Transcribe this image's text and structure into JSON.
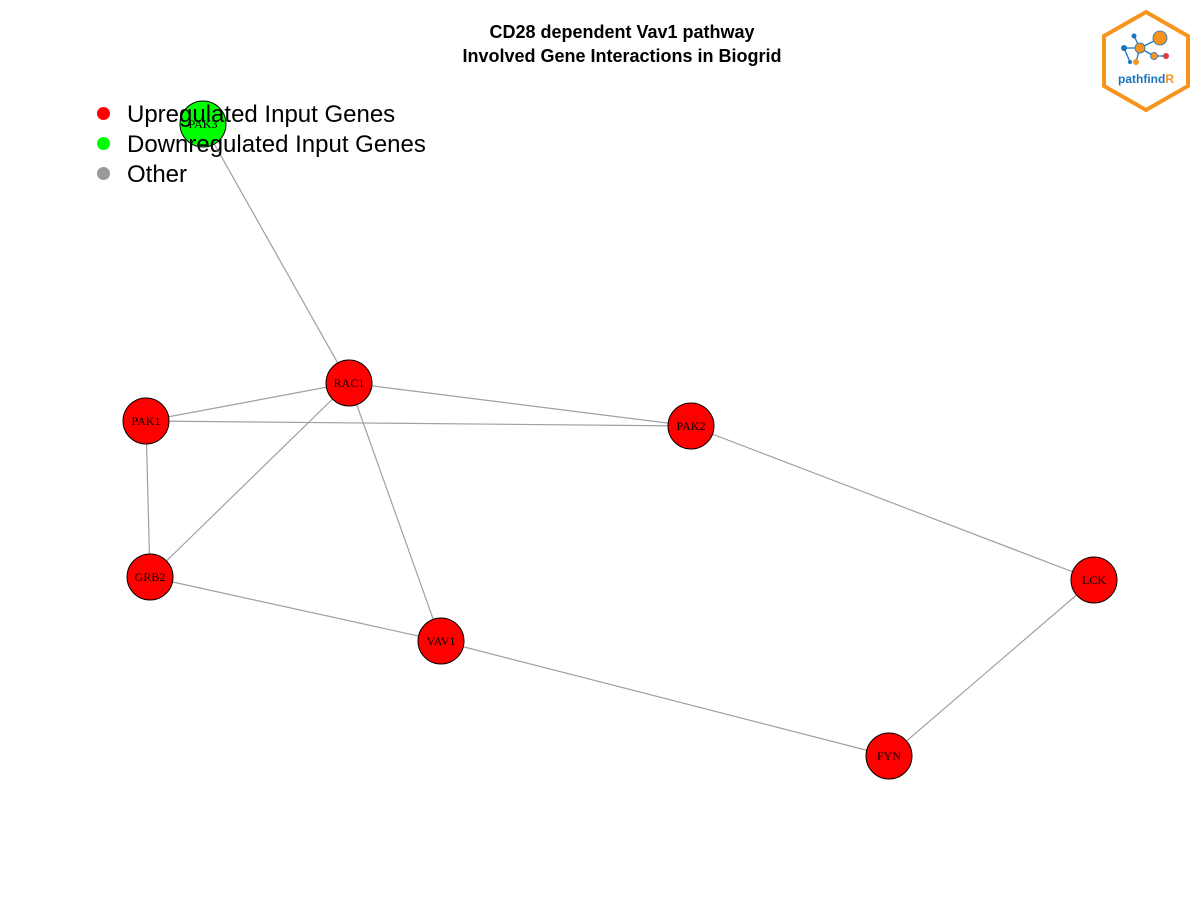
{
  "title": {
    "line1": "CD28 dependent Vav1 pathway",
    "line2": "Involved Gene Interactions in Biogrid"
  },
  "legend": [
    {
      "label": "Upregulated Input Genes",
      "color": "#ff0000"
    },
    {
      "label": "Downregulated Input Genes",
      "color": "#00ff00"
    },
    {
      "label": "Other",
      "color": "#999999"
    }
  ],
  "colors": {
    "edge": "#a0a0a0",
    "node_stroke": "#000000",
    "logo_orange": "#f7941d",
    "logo_blue": "#1b75bc"
  },
  "nodes": [
    {
      "id": "PAK3",
      "status": "down"
    },
    {
      "id": "RAC1",
      "status": "up"
    },
    {
      "id": "PAK1",
      "status": "up"
    },
    {
      "id": "PAK2",
      "status": "up"
    },
    {
      "id": "GRB2",
      "status": "up"
    },
    {
      "id": "VAV1",
      "status": "up"
    },
    {
      "id": "LCK",
      "status": "up"
    },
    {
      "id": "FYN",
      "status": "up"
    }
  ],
  "edges": [
    [
      "PAK3",
      "RAC1"
    ],
    [
      "RAC1",
      "PAK1"
    ],
    [
      "RAC1",
      "PAK2"
    ],
    [
      "RAC1",
      "GRB2"
    ],
    [
      "RAC1",
      "VAV1"
    ],
    [
      "PAK1",
      "PAK2"
    ],
    [
      "PAK1",
      "GRB2"
    ],
    [
      "GRB2",
      "VAV1"
    ],
    [
      "VAV1",
      "FYN"
    ],
    [
      "PAK2",
      "LCK"
    ],
    [
      "LCK",
      "FYN"
    ]
  ],
  "logo": {
    "text_main": "pathfind",
    "text_accent": "R"
  }
}
